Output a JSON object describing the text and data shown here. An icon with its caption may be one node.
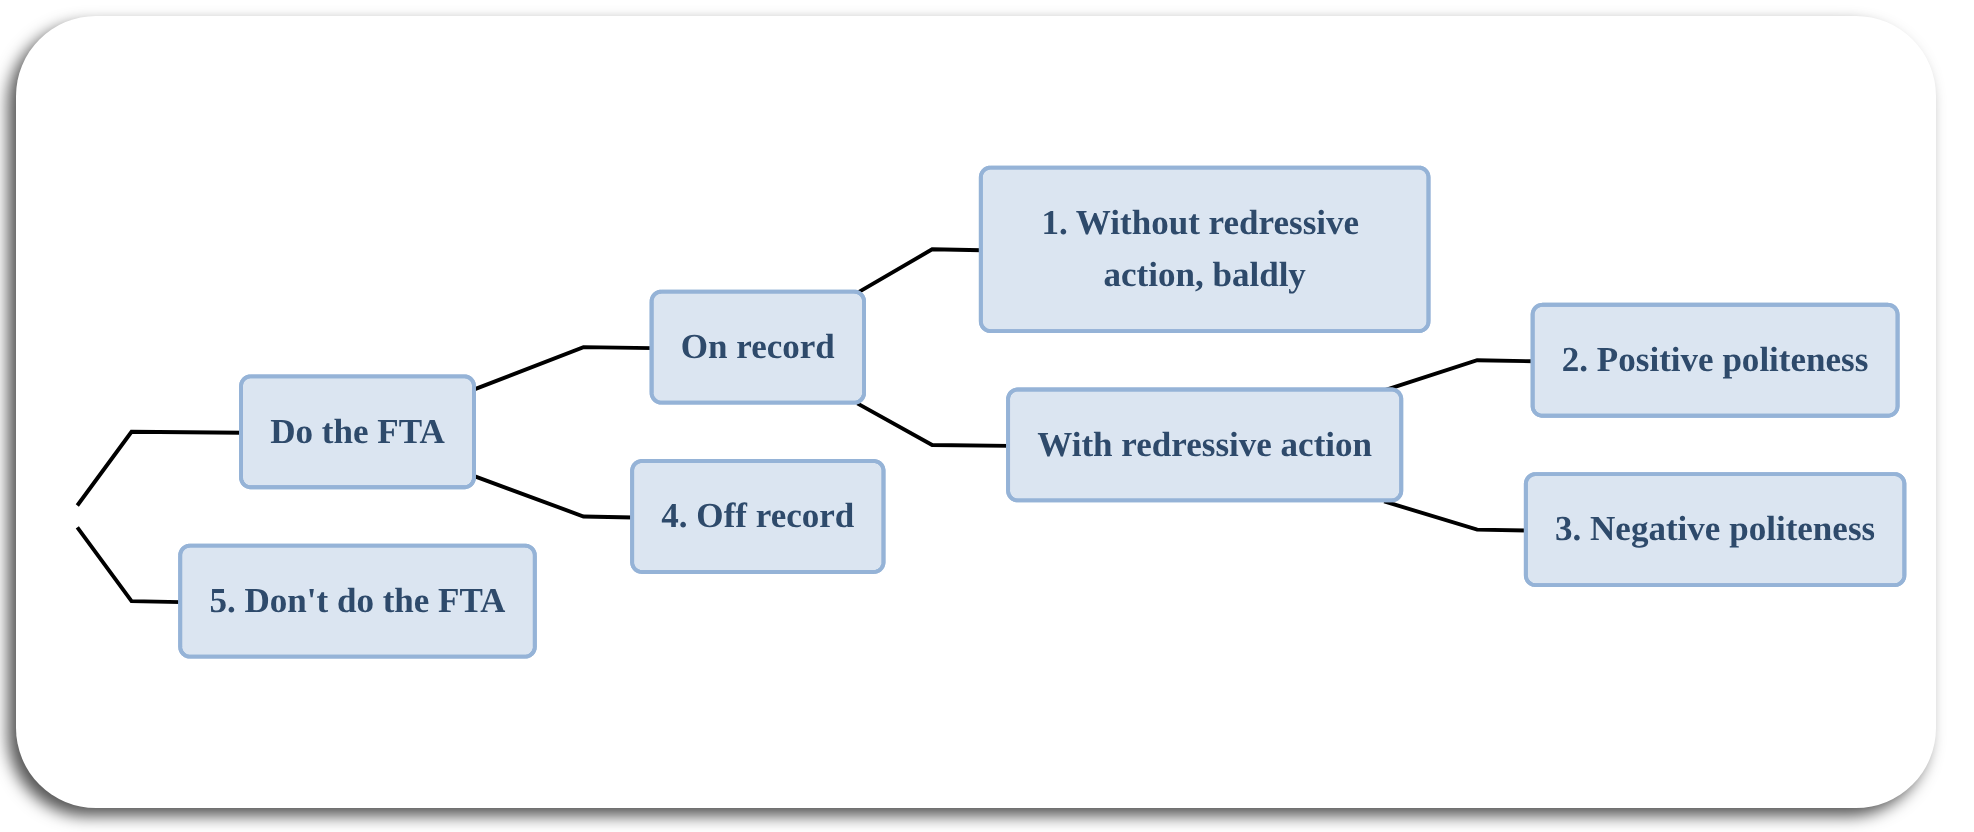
{
  "diagram": {
    "nodes": [
      {
        "text": [
          "Do the FTA"
        ]
      },
      {
        "text": [
          "On record"
        ]
      },
      {
        "text": [
          "4. Off record"
        ]
      },
      {
        "text": [
          "1. Without redressive action, baldly"
        ]
      },
      {
        "text": [
          "With redressive action"
        ]
      },
      {
        "text": [
          "2. Positive politeness"
        ]
      },
      {
        "text": [
          "3. Negative politeness"
        ]
      },
      {
        "text": [
          "5. Don't do the FTA"
        ]
      }
    ],
    "edges": [
      {
        "from": null,
        "to": 0,
        "arrow": "none"
      },
      {
        "from": null,
        "to": 7,
        "arrow": "none"
      },
      {
        "from": 0,
        "to": 1,
        "arrow": "none"
      },
      {
        "from": 0,
        "to": 2,
        "arrow": "none"
      },
      {
        "from": 1,
        "to": 3,
        "arrow": "none"
      },
      {
        "from": 1,
        "to": 4,
        "arrow": "none"
      },
      {
        "from": 4,
        "to": 5,
        "arrow": "none"
      },
      {
        "from": 4,
        "to": 6,
        "arrow": "none"
      }
    ]
  }
}
